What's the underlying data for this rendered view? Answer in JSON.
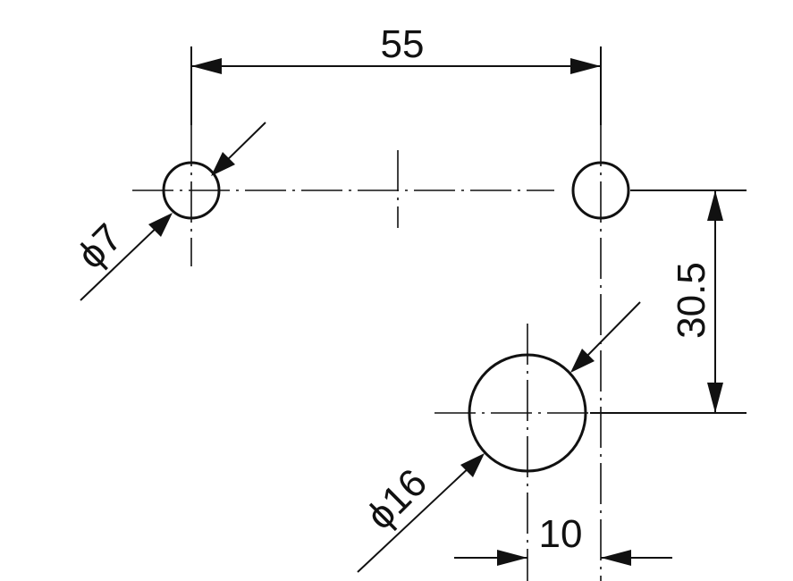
{
  "dimensions": {
    "horizontal_spacing": "55",
    "small_hole_diameter": "ϕ7",
    "vertical_offset": "30.5",
    "large_hole_diameter": "ϕ16",
    "horizontal_offset": "10"
  }
}
